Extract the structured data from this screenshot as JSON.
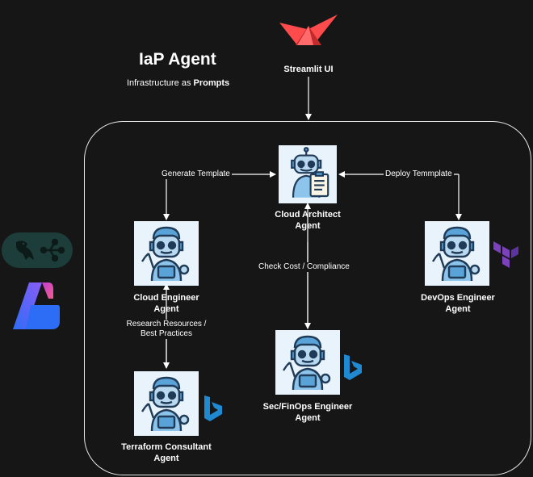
{
  "header": {
    "title": "IaP Agent",
    "subtitle_prefix": "Infrastructure as ",
    "subtitle_bold": "Prompts"
  },
  "nodes": {
    "streamlit": "Streamlit UI",
    "architect_line1": "Cloud Architect",
    "architect_line2": "Agent",
    "engineer_line1": "Cloud Engineer",
    "engineer_line2": "Agent",
    "devops_line1": "DevOps Engineer",
    "devops_line2": "Agent",
    "secfinops_line1": "Sec/FinOps Engineer",
    "secfinops_line2": "Agent",
    "terraform_line1": "Terraform Consultant",
    "terraform_line2": "Agent"
  },
  "edges": {
    "generate": "Generate Template",
    "deploy": "Deploy Temmplate",
    "check": "Check Cost / Compliance",
    "research_line1": "Research Resources /",
    "research_line2": "Best Practices"
  },
  "icons": {
    "streamlit": "streamlit-crown-icon",
    "architect": "robot-with-clipboard-icon",
    "robot": "robot-engineer-icon",
    "terraform": "terraform-icon",
    "bing": "bing-icon",
    "parrot": "langchain-parrot-icon",
    "azure_ai": "azure-ai-icon"
  },
  "colors": {
    "background": "#161616",
    "streamlit": "#ff4b4b",
    "terraform": "#7b42bc",
    "bing": "#1f8ad2",
    "parrot_bg": "#1c3d3a",
    "azure": "#2d6df6"
  }
}
